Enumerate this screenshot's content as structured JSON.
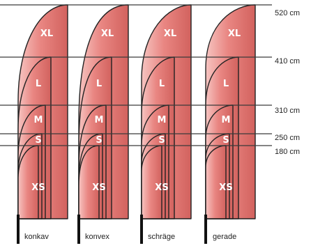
{
  "heights": [
    "520 cm",
    "410 cm",
    "310 cm",
    "250 cm",
    "180 cm"
  ],
  "flag_types": [
    "konkav",
    "konvex",
    "schräge",
    "gerade"
  ],
  "sizes": [
    "XL",
    "L",
    "M",
    "S",
    "XS"
  ],
  "colors": {
    "flag_light": "#f6c4c1",
    "flag_mid": "#e98682",
    "flag_dark": "#d2625e",
    "outline": "#222222",
    "pole": "#111111",
    "guide_line": "#3a3a3a"
  }
}
